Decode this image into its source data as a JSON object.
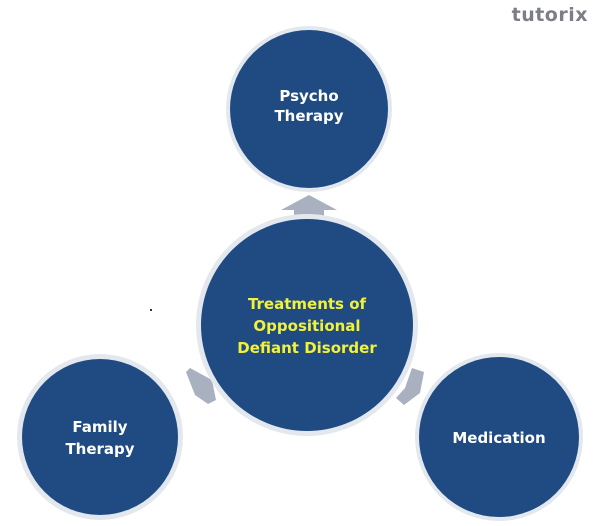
{
  "logo": {
    "text": "tutorix"
  },
  "colors": {
    "node_fill": "#1f4b82",
    "node_halo": "#e3e8ef",
    "arrow": "#a9b0bf",
    "center_text": "#f2f23a",
    "node_text": "#ffffff"
  },
  "center_node": {
    "lines": [
      "Treatments of",
      "Oppositional",
      "Defiant Disorder"
    ]
  },
  "nodes": [
    {
      "id": "psycho-therapy",
      "lines": [
        "Psycho",
        "Therapy"
      ]
    },
    {
      "id": "family-therapy",
      "lines": [
        "Family",
        "Therapy"
      ]
    },
    {
      "id": "medication",
      "lines": [
        "Medication"
      ]
    }
  ]
}
